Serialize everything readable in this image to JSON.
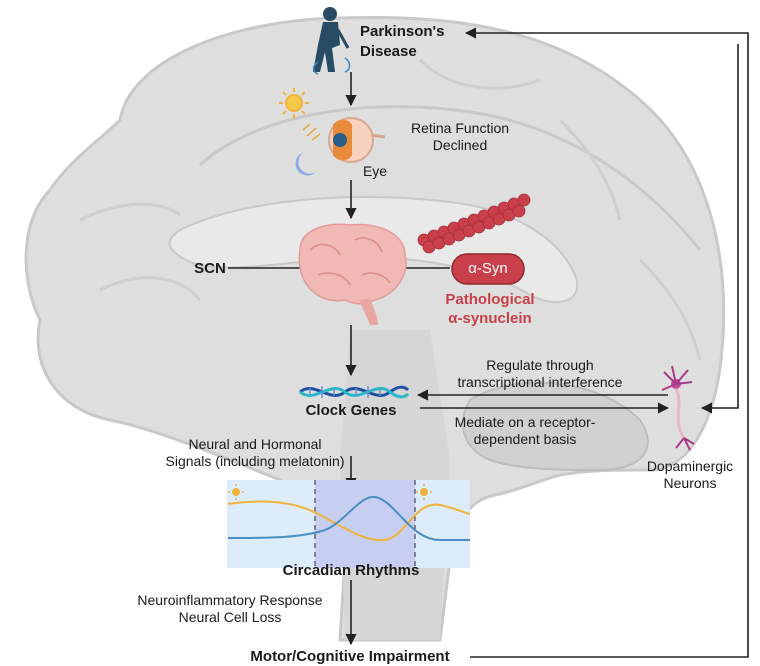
{
  "nodes": {
    "parkinsons": "Parkinson's\nDisease",
    "retina": "Retina Function\nDeclined",
    "eye": "Eye",
    "scn": "SCN",
    "asyn_badge": "α-Syn",
    "pathological": "Pathological\nα-synuclein",
    "clock_genes": "Clock Genes",
    "dopaminergic": "Dopaminergic\nNeurons",
    "circadian": "Circadian Rhythms",
    "motor": "Motor/Cognitive Impairment"
  },
  "edges": {
    "regulate": "Regulate through\ntranscriptional interference",
    "mediate": "Mediate on a receptor-\ndependent basis",
    "neural_hormonal": "Neural and Hormonal\nSignals (including melatonin)",
    "neuroinflammatory": "Neuroinflammatory Response\nNeural Cell Loss"
  },
  "icons": [
    "person-icon",
    "sun-icon",
    "moon-icon",
    "eye-icon",
    "brain-icon",
    "fibril-icon",
    "dna-icon",
    "neuron-icon",
    "rhythm-icon"
  ],
  "colors": {
    "brain": "#dedede",
    "brain_outline": "#c9c9c9",
    "accent_red": "#c9404a",
    "wave_orange": "#f2b33d",
    "wave_blue": "#4a8ec2",
    "night_panel": "#c6cff2",
    "day_panel": "#dcecfa",
    "dna_blue": "#1e4fa0",
    "dna_cyan": "#28b8c8",
    "person": "#274b63"
  }
}
